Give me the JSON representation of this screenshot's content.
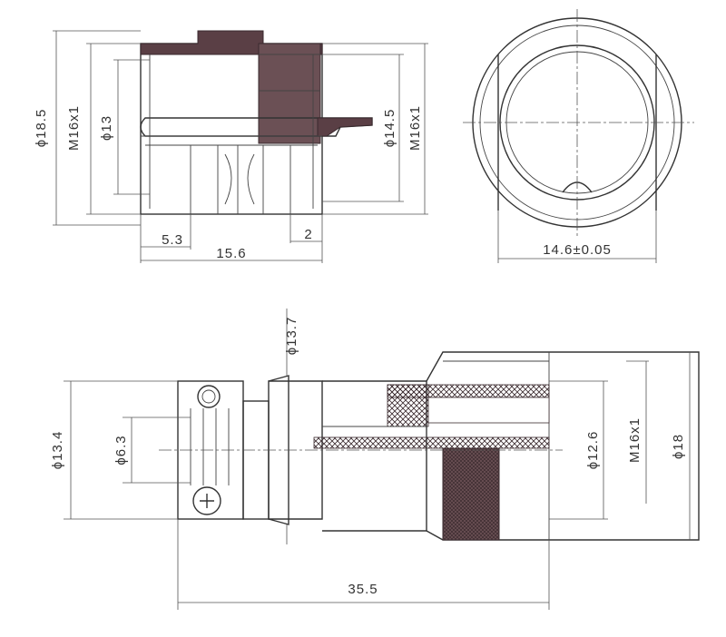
{
  "colors": {
    "line": "#333333",
    "shade": "#5a3f45",
    "hatch": "#3a2a2e"
  },
  "top_left": {
    "d_outer": "ϕ18.5",
    "thread_left": "M16x1",
    "d_inner": "ϕ13",
    "d_right": "ϕ14.5",
    "thread_right": "M16x1",
    "len_a": "5.3",
    "len_b": "2",
    "len_total": "15.6"
  },
  "top_right": {
    "width": "14.6±0.05"
  },
  "bottom": {
    "d_top": "ϕ13.7",
    "d_left": "ϕ13.4",
    "d_small": "ϕ6.3",
    "d_bore": "ϕ12.6",
    "thread": "M16x1",
    "d_outer": "ϕ18",
    "length": "35.5"
  }
}
